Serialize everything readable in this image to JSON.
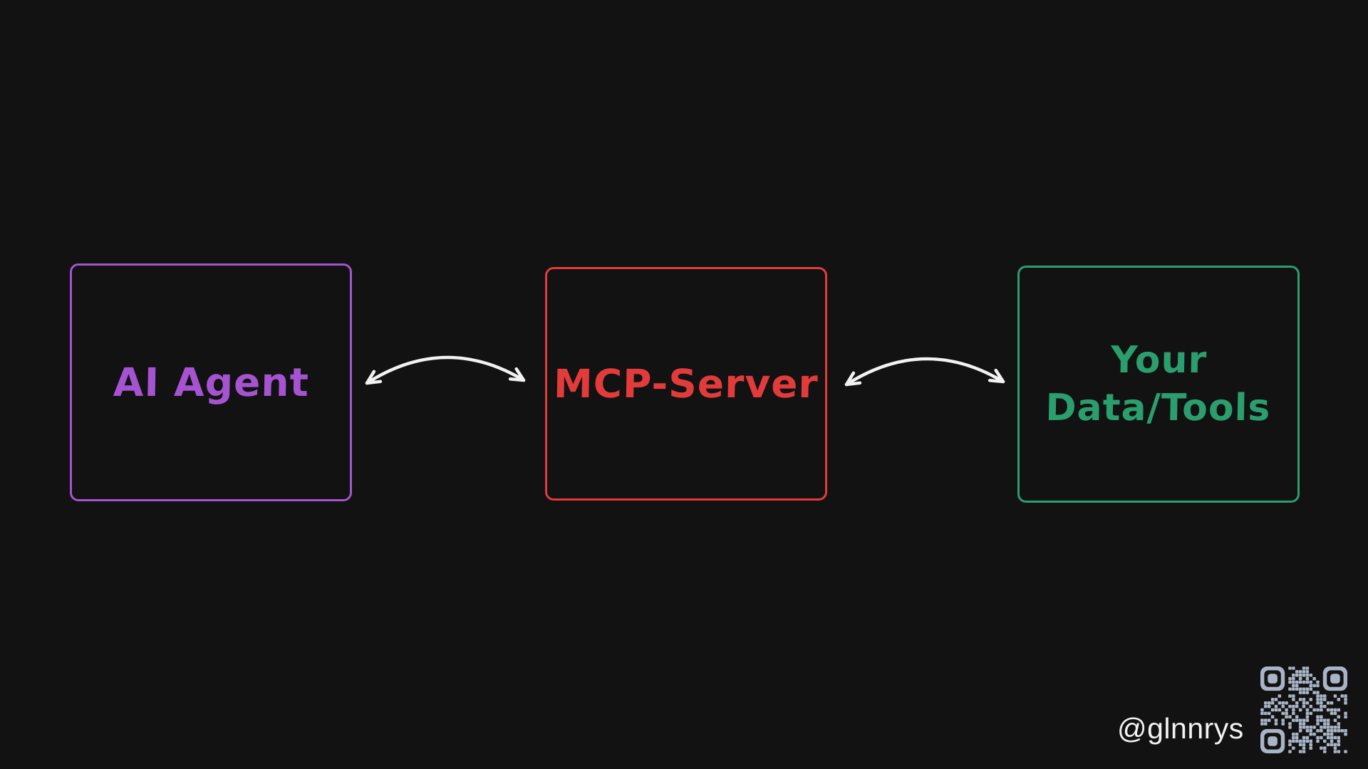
{
  "page": {
    "background_color": "#121212",
    "type": "hand-drawn diagram"
  },
  "diagram": {
    "nodes": [
      {
        "id": "ai-agent",
        "label": "AI Agent",
        "color": "#a553d1"
      },
      {
        "id": "mcp-server",
        "label": "MCP-Server",
        "color": "#e23b3b"
      },
      {
        "id": "your-data",
        "label": "Your\nData/Tools",
        "color": "#2b9e6e"
      }
    ],
    "arrows": [
      {
        "from": "ai-agent",
        "to": "mcp-server",
        "bidirectional": true
      },
      {
        "from": "mcp-server",
        "to": "your-data",
        "bidirectional": true
      }
    ],
    "arrow_color": "#f2f2f2"
  },
  "footer": {
    "handle": "@glnnrys",
    "handle_color": "#f2f2f2",
    "qr_icon": "qr-code",
    "qr_color": "#a9b4c6"
  }
}
